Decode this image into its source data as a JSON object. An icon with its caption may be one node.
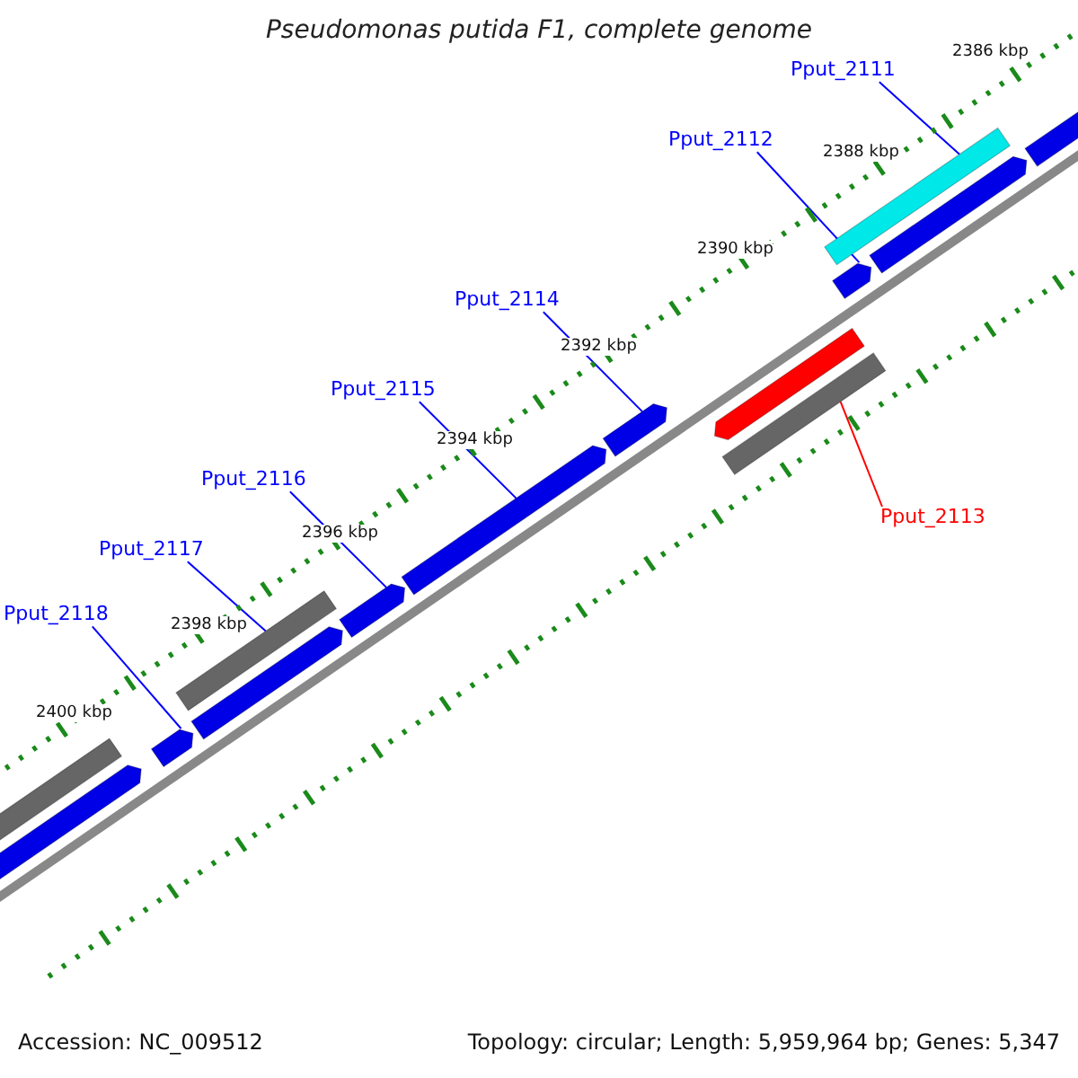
{
  "diagram": {
    "title": "Pseudomonas putida F1, complete genome",
    "nodes": [
      {
        "text": [
          "Pput_2111"
        ]
      },
      {
        "text": [
          "Pput_2112"
        ]
      },
      {
        "text": [
          "Pput_2113"
        ]
      },
      {
        "text": [
          "Pput_2114"
        ]
      },
      {
        "text": [
          "Pput_2115"
        ]
      },
      {
        "text": [
          "Pput_2116"
        ]
      },
      {
        "text": [
          "Pput_2117"
        ]
      },
      {
        "text": [
          "Pput_2118"
        ]
      },
      {
        "text": [],
        "shape": "bar"
      },
      {
        "text": [],
        "shape": "bar"
      },
      {
        "text": [],
        "shape": "bar"
      },
      {
        "text": [],
        "shape": "bar"
      },
      {
        "text": [],
        "shape": "bar"
      },
      {
        "text": [],
        "shape": "bar"
      },
      {
        "text": [],
        "shape": "bar"
      },
      {
        "text": [],
        "shape": "bar"
      },
      {
        "text": [],
        "shape": "bar"
      },
      {
        "text": [],
        "shape": "bar"
      },
      {
        "text": [],
        "shape": "bar"
      },
      {
        "text": [],
        "shape": "bar"
      },
      {
        "text": [],
        "shape": "bar"
      },
      {
        "text": [],
        "shape": "bar"
      }
    ],
    "edges": [
      {
        "from": 0,
        "to": 8,
        "arrow": "none"
      },
      {
        "from": 1,
        "to": 11,
        "arrow": "none"
      },
      {
        "from": 2,
        "to": 13,
        "arrow": "none",
        "color": "#ff0000"
      },
      {
        "from": 3,
        "to": 14,
        "arrow": "none"
      },
      {
        "from": 4,
        "to": 15,
        "arrow": "none"
      },
      {
        "from": 5,
        "to": 16,
        "arrow": "none"
      },
      {
        "from": 6,
        "to": 18,
        "arrow": "none"
      },
      {
        "from": 7,
        "to": 19,
        "arrow": "none"
      }
    ],
    "labels": [
      "2386 kbp",
      "2388 kbp",
      "2390 kbp",
      "2392 kbp",
      "2394 kbp",
      "2396 kbp",
      "2398 kbp",
      "2400 kbp",
      "Accession: NC_009512",
      "Topology: circular; Length: 5,959,964 bp; Genes: 5,347"
    ]
  }
}
